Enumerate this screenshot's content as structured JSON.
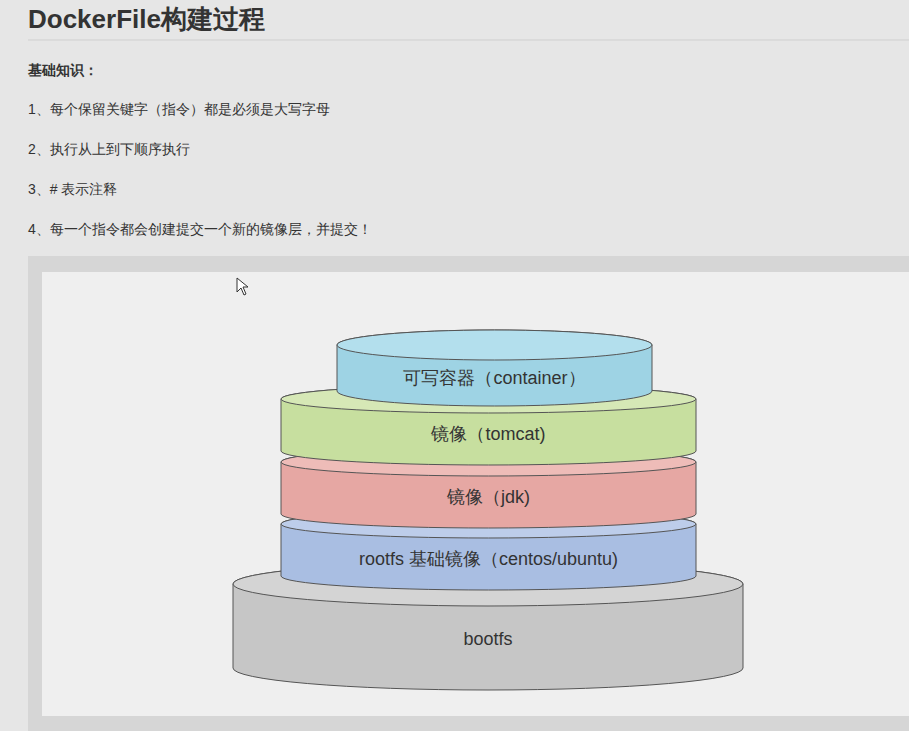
{
  "diagram": {
    "title": "DockerFile构建过程",
    "nodes": [
      {
        "text": [
          "可写容器（container）"
        ]
      },
      {
        "text": [
          "镜像（tomcat)"
        ]
      },
      {
        "text": [
          "镜像（jdk)"
        ]
      },
      {
        "text": [
          "rootfs 基础镜像（centos/ubuntu)"
        ]
      },
      {
        "text": [
          "bootfs"
        ]
      }
    ],
    "labels": [
      "基础知识：",
      "1、每个保留关键字（指令）都是必须是大写字母",
      "2、执行从上到下顺序执行",
      "3、# 表示注释",
      "4、每一个指令都会创建提交一个新的镜像层，并提交！"
    ]
  }
}
